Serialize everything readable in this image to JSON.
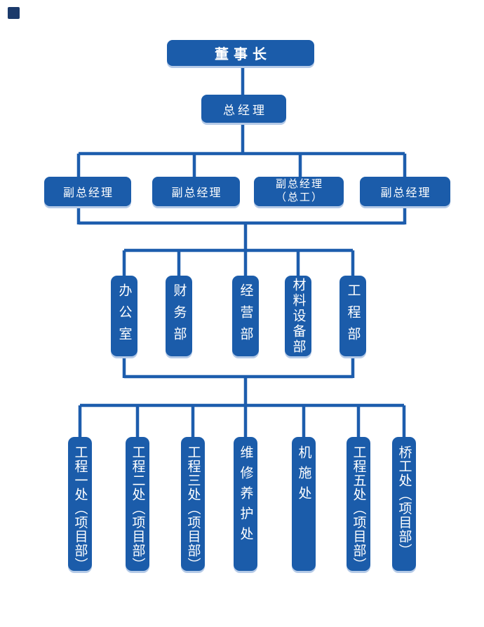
{
  "org": {
    "chairman": "董事长",
    "general_manager": "总经理",
    "deputies": [
      "副总经理",
      "副总经理",
      "副总经理",
      "副总经理"
    ],
    "deputy_chief_engineer_note": "（总工）",
    "departments": [
      "办公室",
      "财务部",
      "经营部",
      "材料设备部",
      "工程部"
    ],
    "units": [
      "工程一处（项目部）",
      "工程二处（项目部）",
      "工程三处（项目部）",
      "维修养护处",
      "机施处",
      "工程五处（项目部）",
      "桥工处（项目部）"
    ]
  },
  "colors": {
    "node_fill": "#1b5caa",
    "connector_line": "#1d5dad",
    "node_text": "#ffffff",
    "node_shadow": "#b5cae7",
    "corner_mark": "#1b3a6b"
  }
}
